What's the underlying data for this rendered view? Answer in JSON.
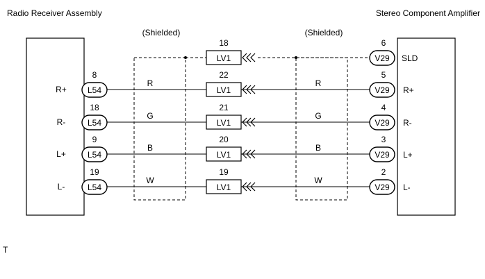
{
  "left_component": {
    "title": "Radio Receiver Assembly",
    "connector": "L54"
  },
  "right_component": {
    "title": "Stereo Component Amplifier",
    "connector": "V29"
  },
  "inline_connector": "LV1",
  "shield_labels": [
    "(Shielded)",
    "(Shielded)"
  ],
  "shield_line": {
    "inline_pin": "18",
    "right_pin": "6",
    "right_label": "SLD"
  },
  "circuits": [
    {
      "left_pin": "8",
      "left_label": "R+",
      "color_left": "R",
      "inline_pin": "22",
      "color_right": "R",
      "right_pin": "5",
      "right_label": "R+"
    },
    {
      "left_pin": "18",
      "left_label": "R-",
      "color_left": "G",
      "inline_pin": "21",
      "color_right": "G",
      "right_pin": "4",
      "right_label": "R-"
    },
    {
      "left_pin": "9",
      "left_label": "L+",
      "color_left": "B",
      "inline_pin": "20",
      "color_right": "B",
      "right_pin": "3",
      "right_label": "L+"
    },
    {
      "left_pin": "19",
      "left_label": "L-",
      "color_left": "W",
      "inline_pin": "19",
      "color_right": "W",
      "right_pin": "2",
      "right_label": "L-"
    }
  ],
  "footnote": "T"
}
